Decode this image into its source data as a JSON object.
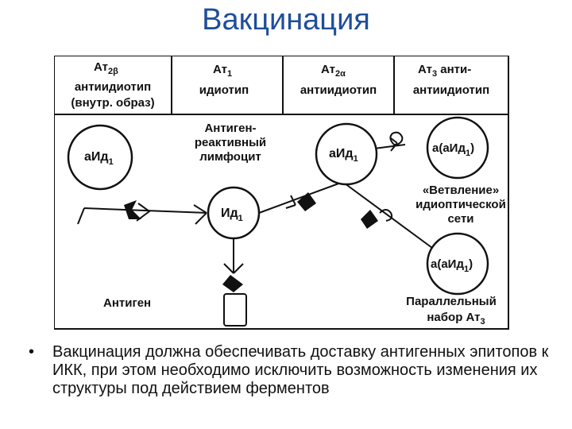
{
  "title": "Вакцинация",
  "header_cells": [
    {
      "line1": "Ат",
      "sub": "2β",
      "line2": "антиидиотип",
      "line3": "(внутр. образ)"
    },
    {
      "line1": "Ат",
      "sub": "1",
      "line2": "идиотип",
      "line3": ""
    },
    {
      "line1": "Ат",
      "sub": "2α",
      "line2": "антиидиотип",
      "line3": ""
    },
    {
      "line1": "Ат",
      "sub": "3",
      "line1_suffix": " анти-",
      "line2": "антиидиотип",
      "line3": ""
    }
  ],
  "nodes": {
    "aid1_left": {
      "text": "аИд",
      "sub": "1"
    },
    "id1_center": {
      "text": "Ид",
      "sub": "1"
    },
    "aid1_right": {
      "text": "аИд",
      "sub": "1"
    },
    "a_aid1_top": {
      "text": "а(аИд",
      "sub": "1",
      "suffix": ")"
    },
    "a_aid1_bottom": {
      "text": "а(аИд",
      "sub": "1",
      "suffix": ")"
    }
  },
  "labels": {
    "lymphocyte": [
      "Антиген-",
      "реактивный",
      "лимфоцит"
    ],
    "branching": [
      "«Ветвление»",
      "идиоптической",
      "сети"
    ],
    "antigen": "Антиген",
    "parallel_line1": "Параллельный",
    "parallel_line2": "набор Ат",
    "parallel_sub": "3"
  },
  "bullet": {
    "marker": "•",
    "text": "Вакцинация должна обеспечивать доставку антигенных эпитопов к ИКК, при этом необходимо исключить возможность изменения их структуры под действием ферментов"
  }
}
